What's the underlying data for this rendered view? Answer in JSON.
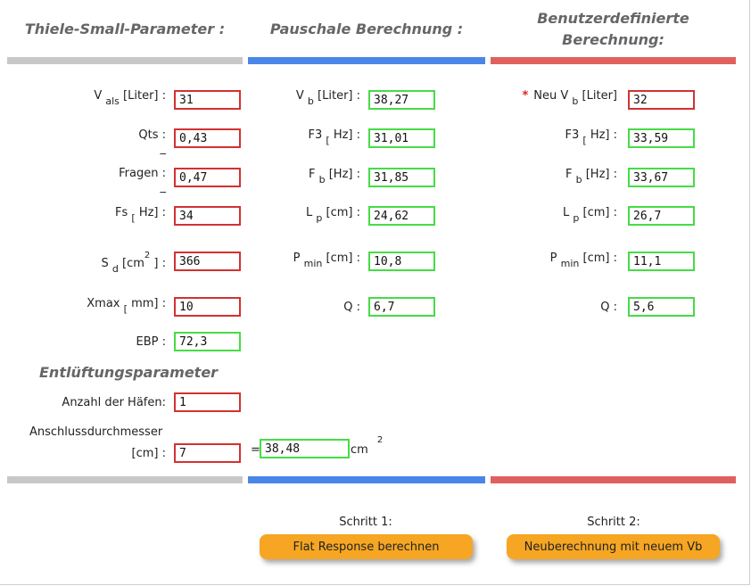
{
  "headers": {
    "ts": "Thiele-Small-Parameter :",
    "pauschal": "Pauschale Berechnung :",
    "benutzer_1": "Benutzerdefinierte",
    "benutzer_2": "Berechnung:"
  },
  "colors": {
    "gray": "#c8c8c8",
    "blue": "#4a86e8",
    "red": "#e06060"
  },
  "ts": {
    "vas_label": "V",
    "vas_sub": "als",
    "vas_unit": "[Liter] :",
    "vas": "31",
    "qts_label": "Qts :",
    "qts_sub": "_",
    "qts": "0,43",
    "fragen_label": "Fragen :",
    "fragen_sub": "_",
    "fragen": "0,47",
    "fs_label": "Fs",
    "fs_sub": "[",
    "fs_unit": "Hz] :",
    "fs": "34",
    "sd_label": "S",
    "sd_sub": "d",
    "sd_unit": "[cm",
    "sd_sup": "2",
    "sd_end": "] :",
    "sd": "366",
    "xmax_label": "Xmax",
    "xmax_sub": "[",
    "xmax_unit": "mm] :",
    "xmax": "10",
    "ebp_label": "EBP :",
    "ebp": "72,3"
  },
  "vent": {
    "title": "Entlüftungsparameter",
    "ports_label": "Anzahl der Häfen:",
    "ports": "1",
    "diam_label": "Anschlussdurchmesser",
    "diam_unit": "[cm] :",
    "diam": "7",
    "eq": "=",
    "area": "38,48",
    "area_unit": "cm",
    "area_sup": "2"
  },
  "pauschal": {
    "vb_label": "V",
    "vb_sub": "b",
    "vb_unit": "[Liter] :",
    "vb": "38,27",
    "f3_label": "F3",
    "f3_sub": "[",
    "f3_unit": "Hz] :",
    "f3": "31,01",
    "fb_label": "F",
    "fb_sub": "b",
    "fb_unit": "[Hz] :",
    "fb": "31,85",
    "lp_label": "L",
    "lp_sub": "p",
    "lp_unit": "[cm] :",
    "lp": "24,62",
    "pmin_label": "P",
    "pmin_sub": "min",
    "pmin_unit": "[cm] :",
    "pmin": "10,8",
    "q_label": "Q :",
    "q": "6,7"
  },
  "custom": {
    "star": "*",
    "vb_label": "Neu V",
    "vb_sub": "b",
    "vb_unit": "[Liter]",
    "vb": "32",
    "f3_label": "F3",
    "f3_sub": "[",
    "f3_unit": "Hz] :",
    "f3": "33,59",
    "fb_label": "F",
    "fb_sub": "b",
    "fb_unit": "[Hz] :",
    "fb": "33,67",
    "lp_label": "L",
    "lp_sub": "p",
    "lp_unit": "[cm] :",
    "lp": "26,7",
    "pmin_label": "P",
    "pmin_sub": "min",
    "pmin_unit": "[cm] :",
    "pmin": "11,1",
    "q_label": "Q :",
    "q": "5,6"
  },
  "steps": {
    "step1": "Schritt 1:",
    "btn1": "Flat Response berechnen",
    "step2": "Schritt 2:",
    "btn2": "Neuberechnung mit neuem Vb"
  }
}
